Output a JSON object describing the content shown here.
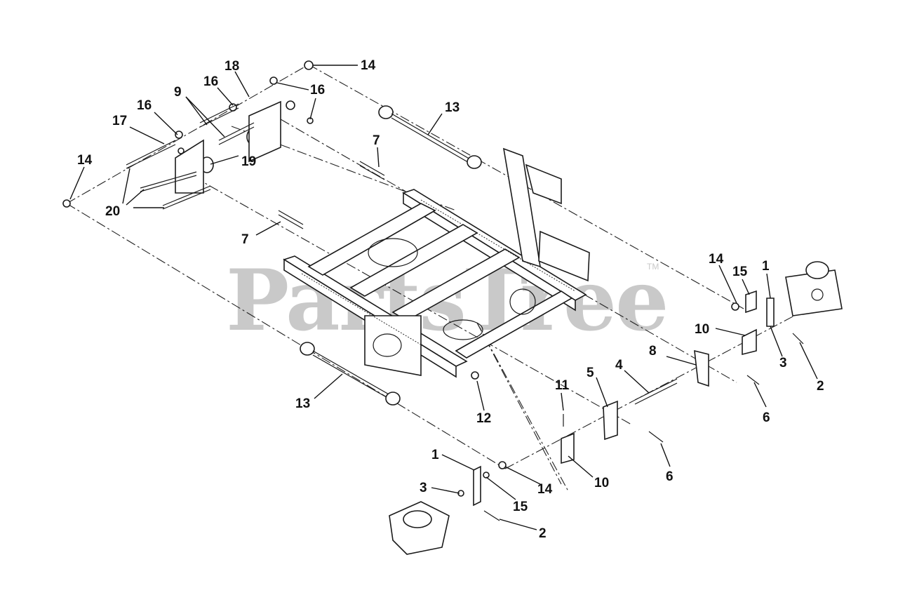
{
  "watermark": {
    "text": "PartsTree",
    "trademark": "TM"
  },
  "callouts": [
    {
      "label": "14"
    },
    {
      "label": "18"
    },
    {
      "label": "16"
    },
    {
      "label": "16"
    },
    {
      "label": "9"
    },
    {
      "label": "16"
    },
    {
      "label": "17"
    },
    {
      "label": "14"
    },
    {
      "label": "19"
    },
    {
      "label": "20"
    },
    {
      "label": "13"
    },
    {
      "label": "7"
    },
    {
      "label": "7"
    },
    {
      "label": "14"
    },
    {
      "label": "15"
    },
    {
      "label": "1"
    },
    {
      "label": "10"
    },
    {
      "label": "3"
    },
    {
      "label": "2"
    },
    {
      "label": "8"
    },
    {
      "label": "4"
    },
    {
      "label": "5"
    },
    {
      "label": "6"
    },
    {
      "label": "11"
    },
    {
      "label": "12"
    },
    {
      "label": "13"
    },
    {
      "label": "6"
    },
    {
      "label": "1"
    },
    {
      "label": "3"
    },
    {
      "label": "14"
    },
    {
      "label": "15"
    },
    {
      "label": "10"
    },
    {
      "label": "2"
    }
  ]
}
